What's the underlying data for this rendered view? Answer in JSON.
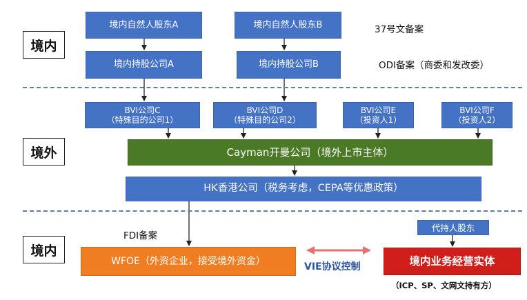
{
  "zones": {
    "domestic_top": "境内",
    "overseas": "境外",
    "domestic_bottom": "境内"
  },
  "domestic": {
    "shareholder_a": "境内自然人股东A",
    "shareholder_b": "境内自然人股东B",
    "holding_a": "境内持股公司A",
    "holding_b": "境内持股公司B"
  },
  "notes": {
    "circular37": "37号文备案",
    "odi": "ODI备案（商委和发改委）",
    "fdi": "FDI备案",
    "vie": "VIE协议控制",
    "licenses": "（ICP、SP、文网文持有方）"
  },
  "bvi": [
    {
      "line1": "BVI公司C",
      "line2": "（特殊目的公司1）"
    },
    {
      "line1": "BVI公司D",
      "line2": "（特殊目的公司2）"
    },
    {
      "line1": "BVI公司E",
      "line2": "（投资人1）"
    },
    {
      "line1": "BVI公司F",
      "line2": "（投资人2）"
    }
  ],
  "cayman": "Cayman开曼公司（境外上市主体）",
  "hk": "HK香港公司（税务考虑，CEPA等优惠政策）",
  "wfoe": "WFOE（外资企业，接受境外资金）",
  "nominee": "代持人股东",
  "operating_entity": "境内业务经营实体",
  "colors": {
    "blue": "#4472c4",
    "green": "#4b7a26",
    "orange": "#f07d22",
    "red": "#d01f1a",
    "vie_arrow": "#e2736e",
    "divider": "#5b7fa8"
  }
}
